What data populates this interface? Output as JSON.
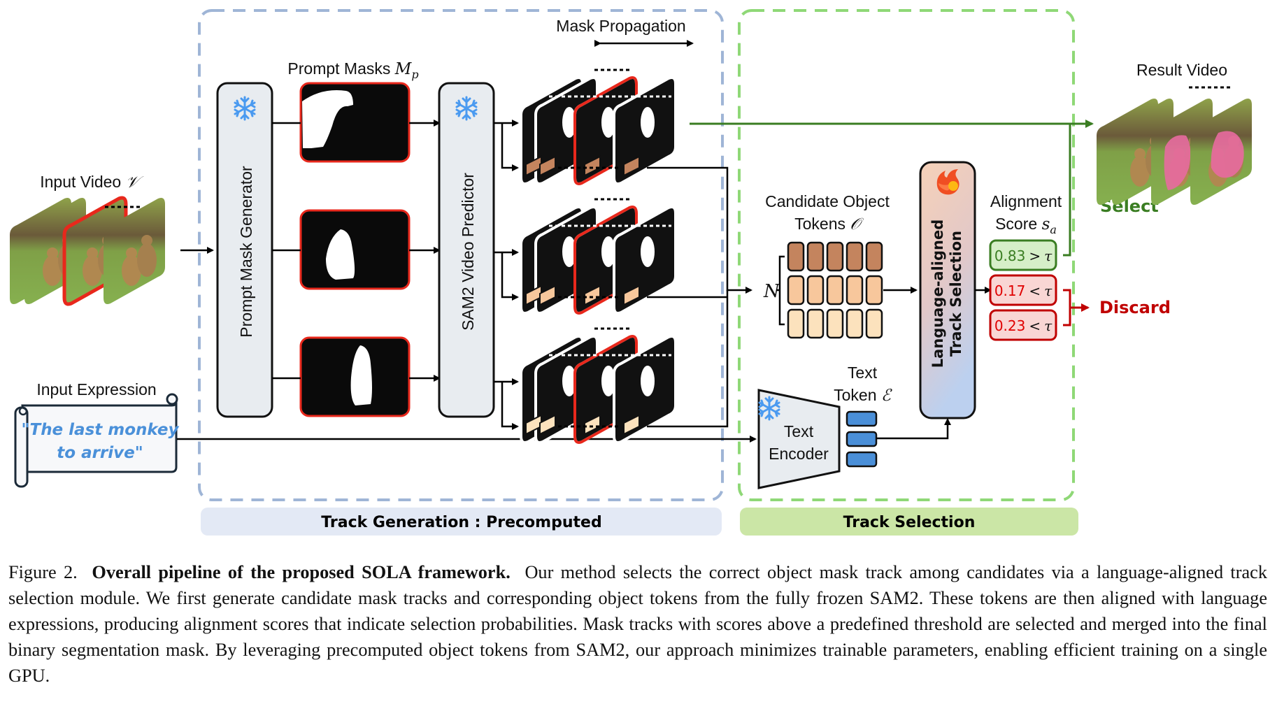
{
  "figure": {
    "input_video_label": "Input Video",
    "input_video_symbol": "𝒱",
    "input_expression_label": "Input Expression",
    "expression_line1": "\"The last monkey",
    "expression_line2": "to arrive\"",
    "prompt_mask_generator": "Prompt Mask Generator",
    "prompt_masks_label": "Prompt Masks",
    "prompt_masks_symbol": "M",
    "prompt_masks_sub": "p",
    "sam2_predictor": "SAM2 Video Predictor",
    "mask_propagation": "Mask Propagation",
    "candidate_tokens_line1": "Candidate Object",
    "candidate_tokens_line2": "Tokens",
    "candidate_tokens_symbol": "𝒪",
    "n_symbol": "N",
    "text_encoder_line1": "Text",
    "text_encoder_line2": "Encoder",
    "text_token_line1": "Text",
    "text_token_line2": "Token",
    "text_token_symbol": "ℰ",
    "lats_line1": "Language-aligned",
    "lats_line2": "Track Selection",
    "alignment_line1": "Alignment",
    "alignment_line2": "Score",
    "alignment_symbol": "s",
    "alignment_sub": "a",
    "scores": [
      {
        "value": "0.83",
        "op": ">",
        "tau": "τ",
        "status": "select"
      },
      {
        "value": "0.17",
        "op": "<",
        "tau": "τ",
        "status": "discard"
      },
      {
        "value": "0.23",
        "op": "<",
        "tau": "τ",
        "status": "discard"
      }
    ],
    "select_label": "Select",
    "discard_label": "Discard",
    "result_video_label": "Result Video",
    "section_track_generation": "Track Generation : Precomputed",
    "section_track_selection": "Track Selection",
    "icons": {
      "frozen": "snowflake-icon",
      "trainable": "flame-icon"
    },
    "colors": {
      "generation_dash": "#9fb5d6",
      "selection_dash": "#8fd877",
      "generation_band": "#e3e9f5",
      "selection_band": "#cbe6a6",
      "select_green": "#3a7d22",
      "discard_red": "#c00000",
      "token_dark": "#c4845e",
      "token_mid": "#f7c79c",
      "token_light": "#fce2bd",
      "text_token_blue": "#4a8fd8",
      "expression_blue": "#4a90d9",
      "snowflake_blue": "#4a9af0",
      "frame_highlight": "#e8281c"
    }
  },
  "caption": {
    "figure_label": "Figure 2.",
    "title": "Overall pipeline of the proposed SOLA framework.",
    "body": "Our method selects the correct object mask track among candidates via a language-aligned track selection module. We first generate candidate mask tracks and corresponding object tokens from the fully frozen SAM2. These tokens are then aligned with language expressions, producing alignment scores that indicate selection probabilities. Mask tracks with scores above a predefined threshold are selected and merged into the final binary segmentation mask. By leveraging precomputed object tokens from SAM2, our approach minimizes trainable parameters, enabling efficient training on a single GPU."
  }
}
